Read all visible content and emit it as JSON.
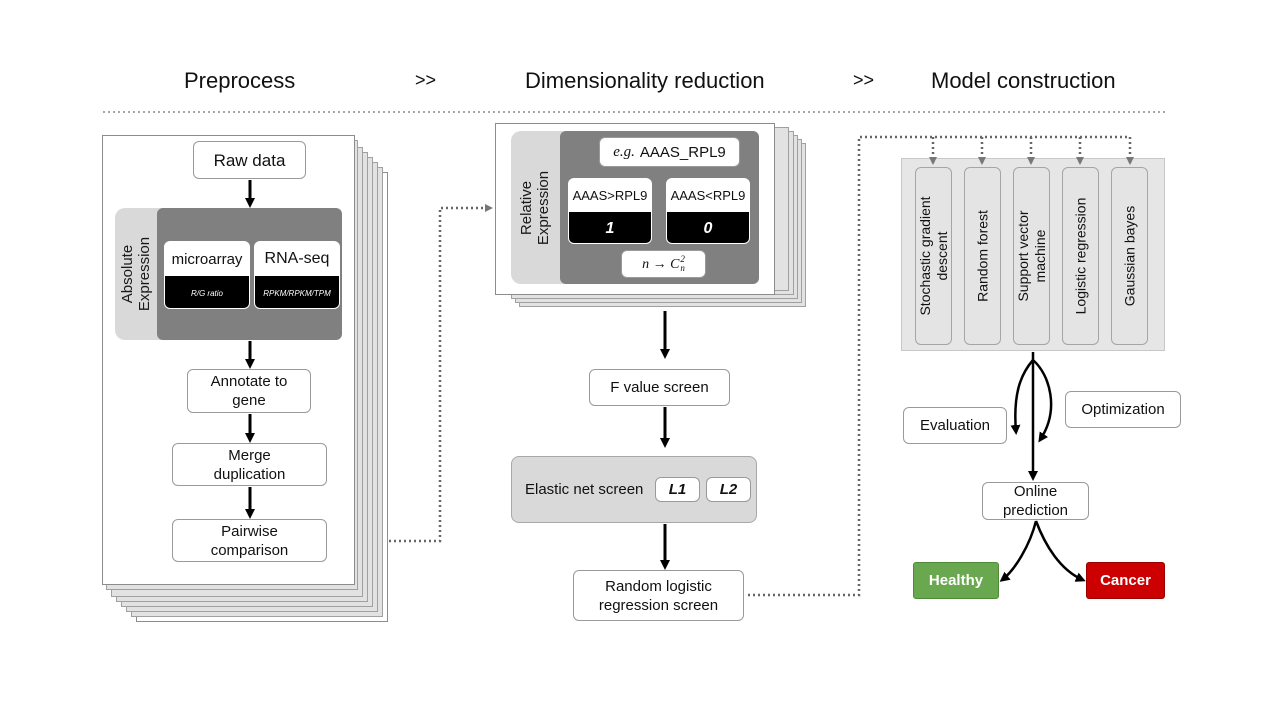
{
  "headers": {
    "preprocess": "Preprocess",
    "sep1": ">>",
    "dim": "Dimensionality reduction",
    "sep2": ">>",
    "model": "Model construction"
  },
  "preprocess": {
    "raw_data": "Raw data",
    "absolute_expression": "Absolute\nExpression",
    "microarray": "microarray",
    "microarray_unit": "R/G ratio",
    "rnaseq": "RNA-seq",
    "rnaseq_unit": "RPKM/RPKM/TPM",
    "annotate": "Annotate to\ngene",
    "merge": "Merge\nduplication",
    "pairwise": "Pairwise\ncomparison"
  },
  "dim": {
    "relative_expression": "Relative\nExpression",
    "example_prefix": "e.g.",
    "example_pair": "AAAS_RPL9",
    "gt_label": "AAAS>RPL9",
    "gt_value": "1",
    "lt_label": "AAAS<RPL9",
    "lt_value": "0",
    "combination": "n → C",
    "combination_sup": "2",
    "combination_sub": "n",
    "f_value": "F value screen",
    "elastic_net": "Elastic net screen",
    "l1": "L1",
    "l2": "L2",
    "random_logistic": "Random logistic\nregression screen"
  },
  "model": {
    "algorithms": [
      "Stochastic gradient\ndescent",
      "Random forest",
      "Support vector\nmachine",
      "Logistic regression",
      "Gaussian bayes"
    ],
    "evaluation": "Evaluation",
    "optimization": "Optimization",
    "online_prediction": "Online\nprediction",
    "healthy": "Healthy",
    "cancer": "Cancer"
  },
  "colors": {
    "healthy": "#6aa84f",
    "cancer": "#cc0000",
    "panel_gray": "#808080",
    "light_gray": "#d9d9d9"
  }
}
